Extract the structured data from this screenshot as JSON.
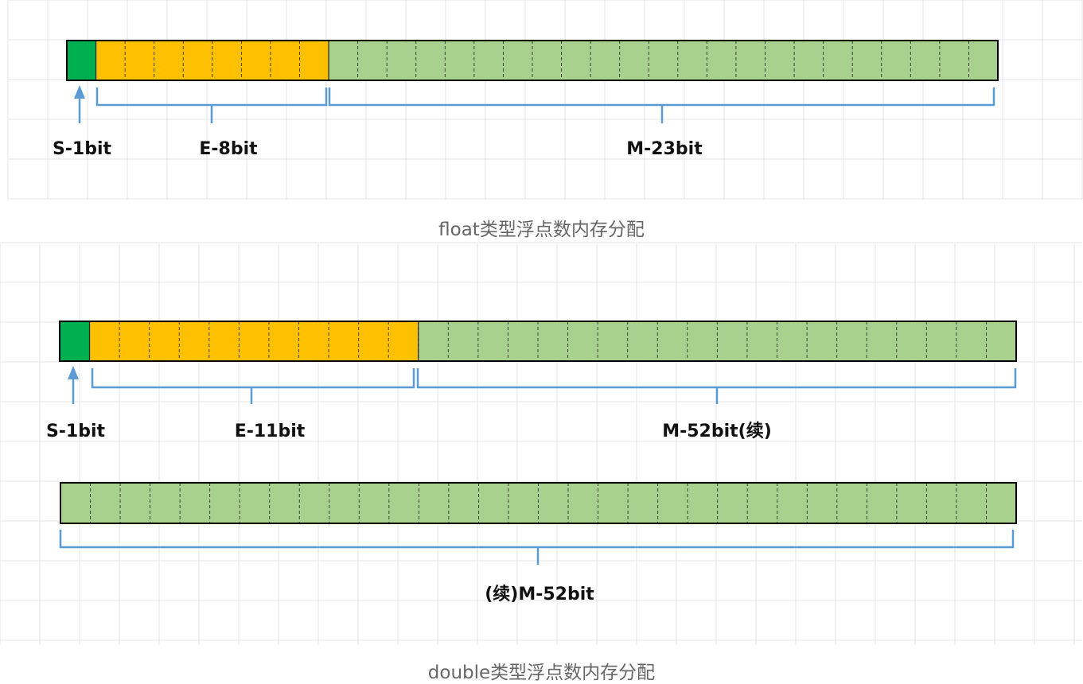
{
  "colors": {
    "sign": "#00b050",
    "exponent": "#ffc000",
    "mantissa": "#a9d18e",
    "bracket": "#5b9bd5",
    "outline": "#000000",
    "grid": "#e4e4e4"
  },
  "float_diagram": {
    "caption": "float类型浮点数内存分配",
    "sign_label": "S-1bit",
    "exponent_label": "E-8bit",
    "mantissa_label": "M-23bit",
    "sign_cells": 1,
    "exponent_cells": 8,
    "mantissa_cells": 23
  },
  "double_diagram": {
    "caption": "double类型浮点数内存分配",
    "sign_label": "S-1bit",
    "exponent_label": "E-11bit",
    "mantissa_label": "M-52bit(续)",
    "continuation_label": "(续)M-52bit",
    "sign_cells": 1,
    "exponent_cells": 11,
    "mantissa_cells_row1": 20,
    "mantissa_cells_row2": 32
  }
}
